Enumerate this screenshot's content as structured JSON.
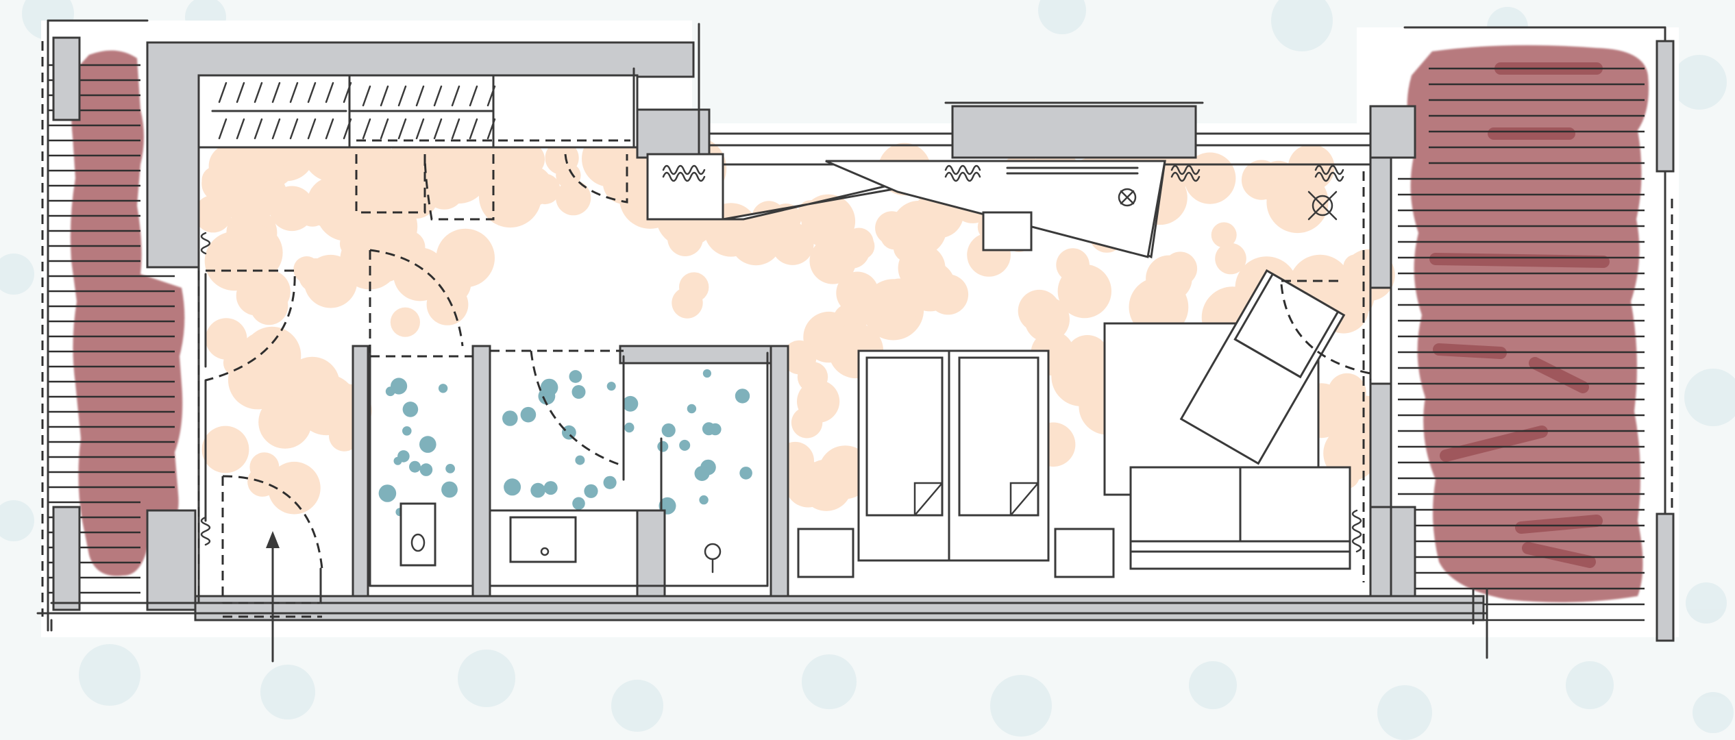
{
  "diagram": {
    "kind": "floor-plan",
    "style": "hand-drawn marker sketch",
    "rooms": [
      {
        "name": "entrance-hall",
        "fill": "peach"
      },
      {
        "name": "living-sleeping-area",
        "fill": "peach"
      },
      {
        "name": "toilet",
        "fill": "blue-dots"
      },
      {
        "name": "bathroom",
        "fill": "blue-dots"
      },
      {
        "name": "terrace-left",
        "fill": "red-hatch"
      },
      {
        "name": "terrace-right",
        "fill": "red-hatch"
      }
    ],
    "furniture": [
      "wardrobe",
      "desk",
      "chair",
      "single-bed",
      "single-bed",
      "nightstand",
      "nightstand",
      "sofa",
      "lounge-chair",
      "toilet",
      "washbasin",
      "shower-drain"
    ],
    "fixtures": [
      "radiator",
      "radiator",
      "radiator",
      "radiator",
      "ceiling-light",
      "ceiling-light",
      "entrance-arrow"
    ],
    "colors": {
      "wall": "#c9cbce",
      "line": "#3a3a3a",
      "floor_peach": "#fbd9bd",
      "water_dots": "#7fb1bb",
      "terrace_red": "#a4545a",
      "background": "#f4f8f8",
      "bg_dots": "#e4eff1"
    }
  }
}
